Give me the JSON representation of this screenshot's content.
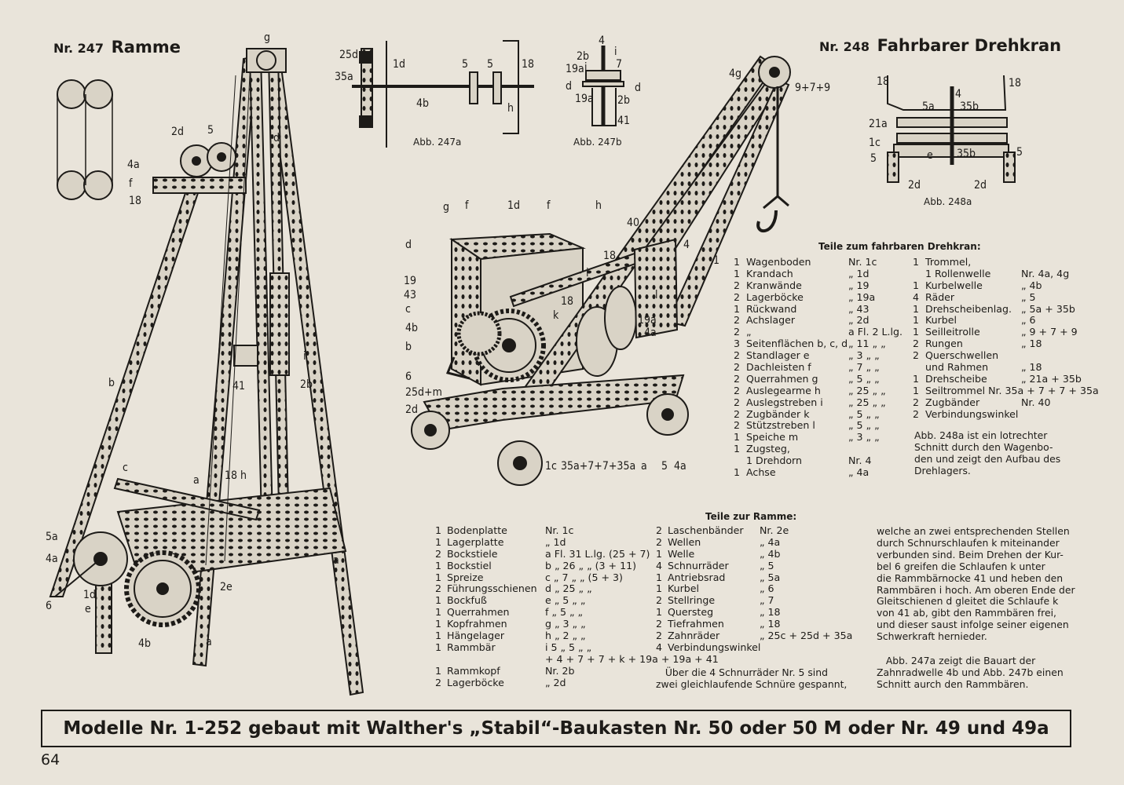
{
  "header": {
    "left_nr": "Nr. 247",
    "left_title": "Ramme",
    "right_nr": "Nr. 248",
    "right_title": "Fahrbarer Drehkran"
  },
  "figures": {
    "abb_247a": "Abb. 247a",
    "abb_247b": "Abb. 247b",
    "abb_248a": "Abb. 248a"
  },
  "labels": {
    "ramme": [
      "g",
      "2d",
      "5",
      "4a",
      "f",
      "18",
      "d",
      "b",
      "41",
      "i",
      "2b",
      "c",
      "18 h",
      "5a",
      "4a",
      "6",
      "1d",
      "e",
      "4b",
      "a",
      "2e",
      "a",
      "a"
    ],
    "abb247a": [
      "25d",
      "35a",
      "1d",
      "5",
      "5",
      "18",
      "4b",
      "h"
    ],
    "abb247b": [
      "4",
      "i",
      "2b",
      "7",
      "19a",
      "i",
      "d",
      "19a",
      "2b",
      "41",
      "d"
    ],
    "abb248a": [
      "18",
      "18",
      "4",
      "5a",
      "35b",
      "21a",
      "1c",
      "e",
      "35b",
      "5",
      "5",
      "2d",
      "2d"
    ],
    "kran": [
      "4g",
      "9+7+9",
      "g",
      "f",
      "1d",
      "f",
      "h",
      "d",
      "40",
      "18",
      "4",
      "1",
      "19",
      "43",
      "c",
      "4b",
      "b",
      "6",
      "25d+m",
      "2d",
      "1c",
      "35a+7+7+35a",
      "a",
      "5",
      "4a",
      "18",
      "19a",
      "4a",
      "k",
      "l",
      "i"
    ]
  },
  "kran_parts": {
    "heading": "Teile zum fahrbaren Drehkran:",
    "left": [
      [
        "1",
        "Wagenboden",
        "Nr. 1c"
      ],
      [
        "1",
        "Krandach",
        "„ 1d"
      ],
      [
        "2",
        "Kranwände",
        "„ 19"
      ],
      [
        "2",
        "Lagerböcke",
        "„ 19a"
      ],
      [
        "1",
        "Rückwand",
        "„ 43"
      ],
      [
        "2",
        "Achslager",
        "„ 2d"
      ],
      [
        "2",
        "„",
        "a Fl. 2 L.lg."
      ],
      [
        "3",
        "Seitenflächen b, c, d",
        "„ 11 „ „"
      ],
      [
        "2",
        "Standlager e",
        "„ 3 „ „"
      ],
      [
        "2",
        "Dachleisten f",
        "„ 7 „ „"
      ],
      [
        "2",
        "Querrahmen g",
        "„ 5 „ „"
      ],
      [
        "2",
        "Auslegearme h",
        "„ 25 „ „"
      ],
      [
        "2",
        "Auslegstreben i",
        "„ 25 „ „"
      ],
      [
        "2",
        "Zugbänder k",
        "„ 5 „ „"
      ],
      [
        "2",
        "Stützstreben l",
        "„ 5 „ „"
      ],
      [
        "1",
        "Speiche m",
        "„ 3 „ „"
      ],
      [
        "1",
        "Zugsteg,",
        ""
      ],
      [
        "",
        "1 Drehdorn",
        "Nr. 4"
      ],
      [
        "1",
        "Achse",
        "„ 4a"
      ]
    ],
    "right": [
      [
        "1",
        "Trommel,",
        ""
      ],
      [
        "",
        "1 Rollenwelle",
        "Nr. 4a, 4g"
      ],
      [
        "1",
        "Kurbelwelle",
        "„ 4b"
      ],
      [
        "4",
        "Räder",
        "„ 5"
      ],
      [
        "1",
        "Drehscheibenlag.",
        "„ 5a + 35b"
      ],
      [
        "1",
        "Kurbel",
        "„ 6"
      ],
      [
        "1",
        "Seilleitrolle",
        "„ 9 + 7 + 9"
      ],
      [
        "2",
        "Rungen",
        "„ 18"
      ],
      [
        "2",
        "Querschwellen",
        ""
      ],
      [
        "",
        "und Rahmen",
        "„ 18"
      ],
      [
        "1",
        "Drehscheibe",
        "„ 21a + 35b"
      ],
      [
        "1",
        "Seiltrommel Nr. 35a + 7 + 7 + 35a",
        ""
      ],
      [
        "2",
        "Zugbänder",
        "Nr. 40"
      ],
      [
        "2",
        "Verbindungswinkel",
        ""
      ]
    ],
    "note": "Abb. 248a ist ein lotrechter\nSchnitt durch den Wagenbo-\nden und zeigt den Aufbau des\nDrehlagers."
  },
  "ramme_parts": {
    "heading": "Teile zur Ramme:",
    "col1": [
      [
        "1",
        "Bodenplatte",
        "Nr. 1c"
      ],
      [
        "1",
        "Lagerplatte",
        "„ 1d"
      ],
      [
        "2",
        "Bockstiele",
        "a Fl. 31 L.lg. (25 + 7)"
      ],
      [
        "1",
        "Bockstiel",
        "b „ 26 „ „ (3 + 11)"
      ],
      [
        "1",
        "Spreize",
        "c „ 7 „ „ (5 + 3)"
      ],
      [
        "2",
        "Führungsschienen",
        "d „ 25 „ „"
      ],
      [
        "1",
        "Bockfuß",
        "e „ 5 „ „"
      ],
      [
        "1",
        "Querrahmen",
        "f „ 5 „ „"
      ],
      [
        "1",
        "Kopfrahmen",
        "g „ 3 „ „"
      ],
      [
        "1",
        "Hängelager",
        "h „ 2 „ „"
      ],
      [
        "1",
        "Rammbär",
        "i 5 „ 5 „ „"
      ],
      [
        "",
        "",
        "+ 4 + 7 + 7 + k + 19a + 19a + 41"
      ],
      [
        "1",
        "Rammkopf",
        "Nr. 2b"
      ],
      [
        "2",
        "Lagerböcke",
        "„ 2d"
      ]
    ],
    "col2": [
      [
        "2",
        "Laschenbänder",
        "Nr. 2e"
      ],
      [
        "2",
        "Wellen",
        "„ 4a"
      ],
      [
        "1",
        "Welle",
        "„ 4b"
      ],
      [
        "4",
        "Schnurräder",
        "„ 5"
      ],
      [
        "1",
        "Antriebsrad",
        "„ 5a"
      ],
      [
        "1",
        "Kurbel",
        "„ 6"
      ],
      [
        "2",
        "Stellringe",
        "„ 7"
      ],
      [
        "1",
        "Quersteg",
        "„ 18"
      ],
      [
        "2",
        "Tiefrahmen",
        "„ 18"
      ],
      [
        "2",
        "Zahnräder",
        "„ 25c + 25d + 35a"
      ],
      [
        "4",
        "Verbindungswinkel",
        ""
      ]
    ],
    "col2_note": "   Über die 4 Schnurräder Nr. 5 sind\nzwei gleichlaufende Schnüre gespannt,",
    "col3_text": "welche an zwei entsprechenden Stellen\ndurch Schnurschlaufen k miteinander\nverbunden sind. Beim Drehen der Kur-\nbel 6 greifen die Schlaufen k unter\ndie Rammbärnocke 41 und heben den\nRammbären i hoch. Am oberen Ende der\nGleitschienen d gleitet die Schlaufe k\nvon 41 ab, gibt den Rammbären frei,\nund dieser saust infolge seiner eigenen\nSchwerkraft hernieder.",
    "col3_text2": "   Abb. 247a zeigt die Bauart der\nZahnradwelle 4b und Abb. 247b einen\nSchnitt aurch den Rammbären."
  },
  "footer": {
    "banner": "Modelle Nr. 1-252 gebaut mit Walther's „Stabil“-Baukasten Nr. 50 oder 50 M oder Nr. 49 und 49a",
    "page_number": "64"
  }
}
